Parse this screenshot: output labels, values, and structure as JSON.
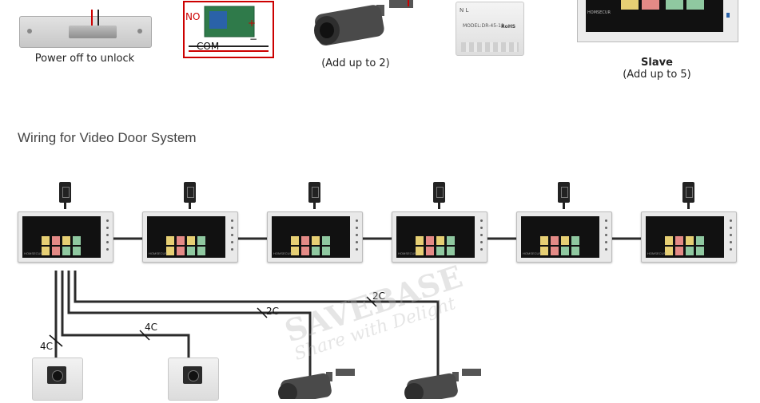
{
  "top_row": {
    "lock_caption": "Power off to unlock",
    "relay": {
      "no_label": "NO",
      "com_label": "COM",
      "plus_label": "+",
      "minus_label": "−"
    },
    "camera_caption": "(Add up to 2)",
    "psu": {
      "model_text": "MODEL:DR-45-12",
      "rohs_text": "RoHS",
      "pins_text": "N  L"
    },
    "slave": {
      "title": "Slave",
      "caption": "(Add up to 5)",
      "brand": "HOMSECUR"
    }
  },
  "section_title": "Wiring for Video Door System",
  "monitors": [
    {
      "brand": "HOMSECUR"
    },
    {
      "brand": "HOMSECUR"
    },
    {
      "brand": "HOMSECUR"
    },
    {
      "brand": "HOMSECUR"
    },
    {
      "brand": "HOMSECUR"
    },
    {
      "brand": "HOMSECUR"
    }
  ],
  "wires": {
    "door1": "4C",
    "door2": "4C",
    "cam1": "2C",
    "cam2": "2C"
  },
  "watermark": {
    "brand": "SAVEBASE",
    "slogan": "Share with Delight"
  },
  "colors": {
    "tile_yellow": "#e6cf74",
    "tile_red": "#e48a86",
    "tile_green": "#8fc8a0",
    "wire": "#2b2b2b"
  }
}
